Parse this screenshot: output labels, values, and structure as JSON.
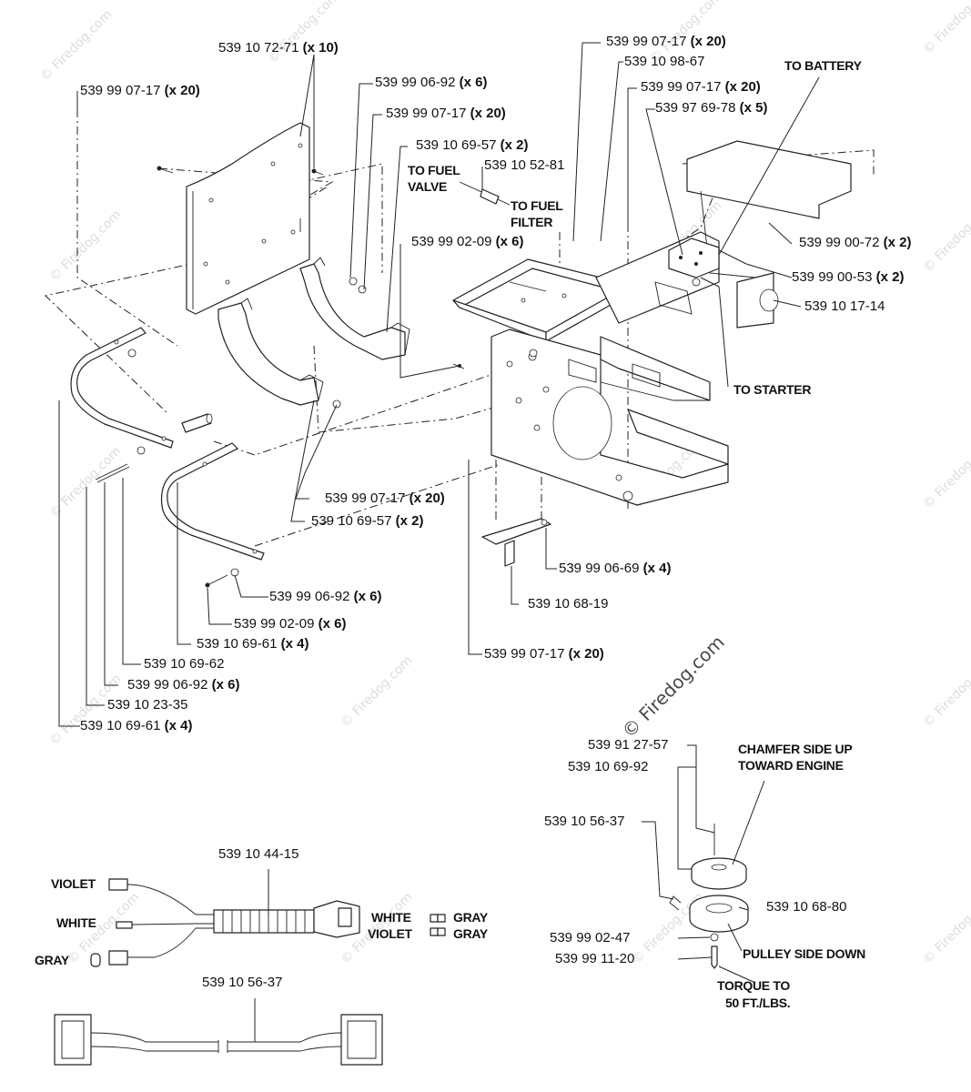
{
  "watermark": {
    "text": "© Firedog.com"
  },
  "callouts": [
    {
      "id": "c01",
      "num": "539 10 72-71",
      "qty": "(x 10)"
    },
    {
      "id": "c02",
      "num": "539 99 07-17",
      "qty": "(x 20)"
    },
    {
      "id": "c03",
      "num": "539 99 06-92",
      "qty": "(x 6)"
    },
    {
      "id": "c04",
      "num": "539 99 07-17",
      "qty": "(x 20)"
    },
    {
      "id": "c05",
      "num": "539 10 69-57",
      "qty": "(x 2)"
    },
    {
      "id": "c06",
      "num": "539 10 52-81",
      "qty": ""
    },
    {
      "id": "c07",
      "num": "539 99 02-09",
      "qty": "(x 6)"
    },
    {
      "id": "c08",
      "num": "539 99 07-17",
      "qty": "(x 20)"
    },
    {
      "id": "c09",
      "num": "539 10 98-67",
      "qty": ""
    },
    {
      "id": "c10",
      "num": "539 99 07-17",
      "qty": "(x 20)"
    },
    {
      "id": "c11",
      "num": "539 97 69-78",
      "qty": "(x 5)"
    },
    {
      "id": "c12",
      "num": "539 99 00-72",
      "qty": "(x 2)"
    },
    {
      "id": "c13",
      "num": "539 99 00-53",
      "qty": "(x 2)"
    },
    {
      "id": "c14",
      "num": "539 10 17-14",
      "qty": ""
    },
    {
      "id": "c15",
      "num": "539 99 07-17",
      "qty": "(x 20)"
    },
    {
      "id": "c16",
      "num": "539 10 69-57",
      "qty": "(x 2)"
    },
    {
      "id": "c17",
      "num": "539 99 06-69",
      "qty": "(x 4)"
    },
    {
      "id": "c18",
      "num": "539 10 68-19",
      "qty": ""
    },
    {
      "id": "c19",
      "num": "539 99 07-17",
      "qty": "(x 20)"
    },
    {
      "id": "c20",
      "num": "539 99 06-92",
      "qty": "(x 6)"
    },
    {
      "id": "c21",
      "num": "539 99 02-09",
      "qty": "(x 6)"
    },
    {
      "id": "c22",
      "num": "539 10 69-61",
      "qty": "(x 4)"
    },
    {
      "id": "c23",
      "num": "539 10 69-62",
      "qty": ""
    },
    {
      "id": "c24",
      "num": "539 99 06-92",
      "qty": "(x 6)"
    },
    {
      "id": "c25",
      "num": "539 10 23-35",
      "qty": ""
    },
    {
      "id": "c26",
      "num": "539 10 69-61",
      "qty": "(x 4)"
    },
    {
      "id": "c27",
      "num": "539 91 27-57",
      "qty": ""
    },
    {
      "id": "c28",
      "num": "539 10 69-92",
      "qty": ""
    },
    {
      "id": "c29",
      "num": "539 10 56-37",
      "qty": ""
    },
    {
      "id": "c30",
      "num": "539 10 68-80",
      "qty": ""
    },
    {
      "id": "c31",
      "num": "539 99 02-47",
      "qty": ""
    },
    {
      "id": "c32",
      "num": "539 99 11-20",
      "qty": ""
    },
    {
      "id": "c33",
      "num": "539 10 44-15",
      "qty": ""
    },
    {
      "id": "c34",
      "num": "539 10 56-37",
      "qty": ""
    }
  ],
  "notes": {
    "to_battery": "TO BATTERY",
    "to_fuel_valve_1": "TO FUEL",
    "to_fuel_valve_2": "VALVE",
    "to_fuel_filter_1": "TO FUEL",
    "to_fuel_filter_2": "FILTER",
    "to_starter": "TO STARTER",
    "chamfer_1": "CHAMFER SIDE UP",
    "chamfer_2": "TOWARD ENGINE",
    "pulley_side_down": "PULLEY SIDE DOWN",
    "torque_1": "TORQUE TO",
    "torque_2": "50 FT./LBS."
  },
  "wire_colors": {
    "violet": "VIOLET",
    "white": "WHITE",
    "gray": "GRAY",
    "conn_white": "WHITE",
    "conn_violet": "VIOLET",
    "conn_gray_1": "GRAY",
    "conn_gray_2": "GRAY"
  }
}
